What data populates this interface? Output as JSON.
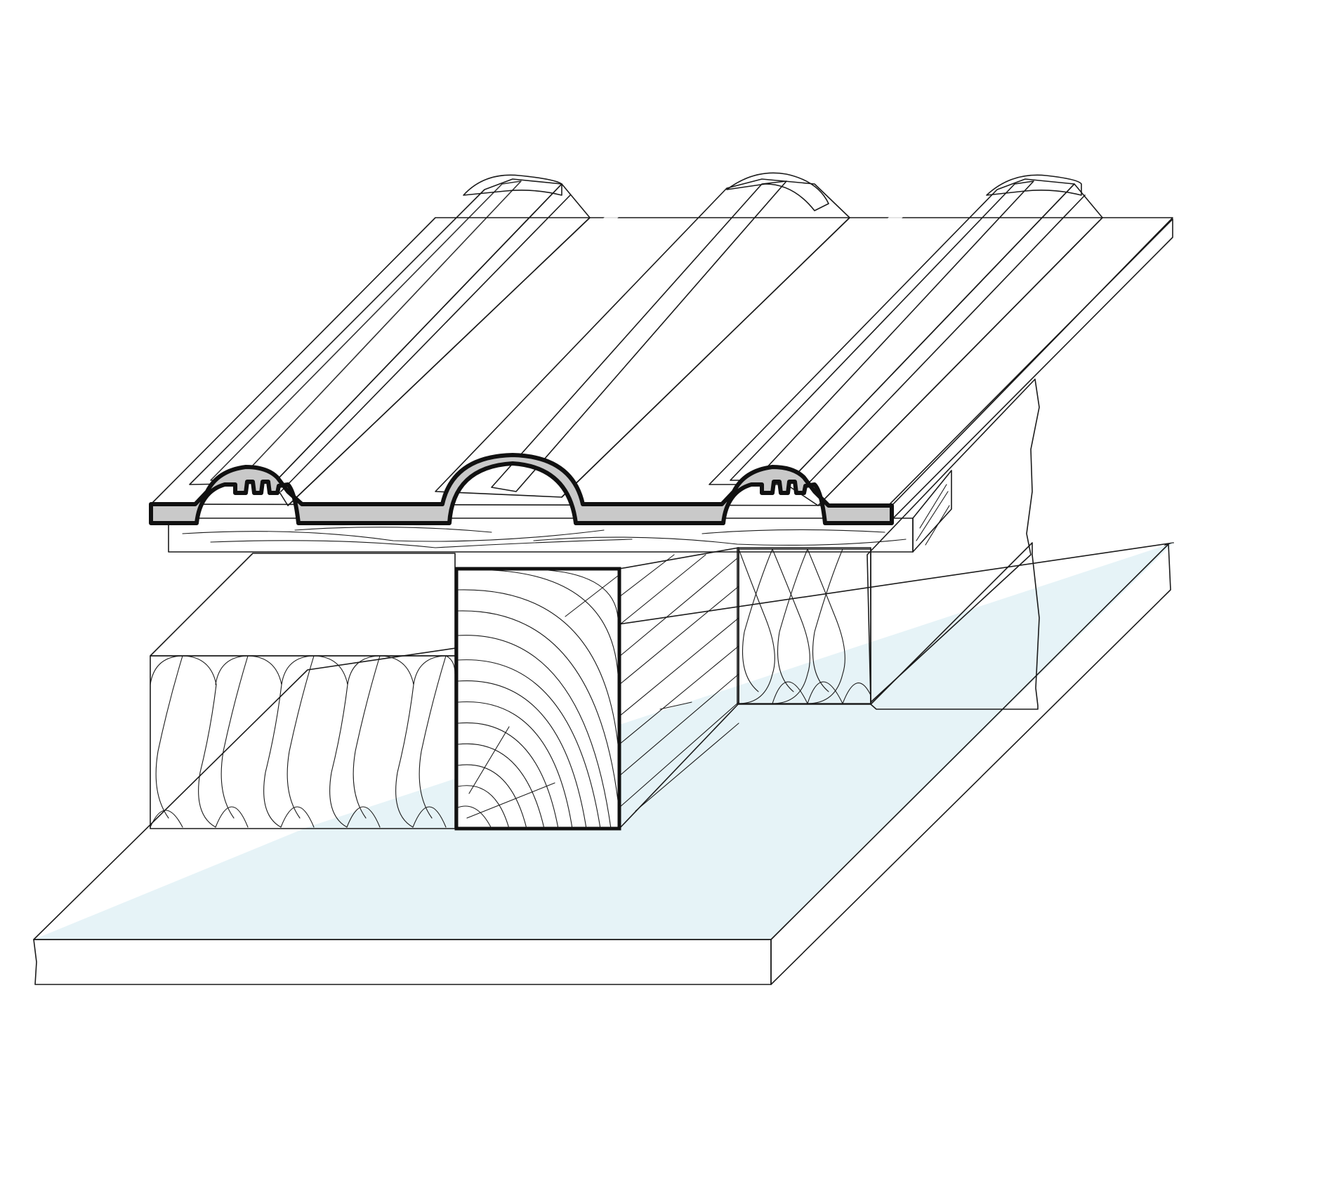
{
  "colors": {
    "background": "#ffffff",
    "board_top": "#e6f3f7",
    "board_front": "#bcdcec",
    "tile_top": "#e4e4e4",
    "tile_section": "#c9c9c9",
    "tile_highlight": "#ffffff",
    "wall": "#cfcfcf",
    "insulation_top": "#e2e2e2",
    "timber": "#ffffff",
    "outline": "#1a1a1a"
  },
  "layers": [
    {
      "id": "roof-tiles",
      "type": "interlocking-clay-tile"
    },
    {
      "id": "battens",
      "type": "timber-batten"
    },
    {
      "id": "rafter",
      "type": "timber-rafter"
    },
    {
      "id": "insulation",
      "type": "mineral-wool-between-rafters"
    },
    {
      "id": "board",
      "type": "interior-board"
    }
  ]
}
